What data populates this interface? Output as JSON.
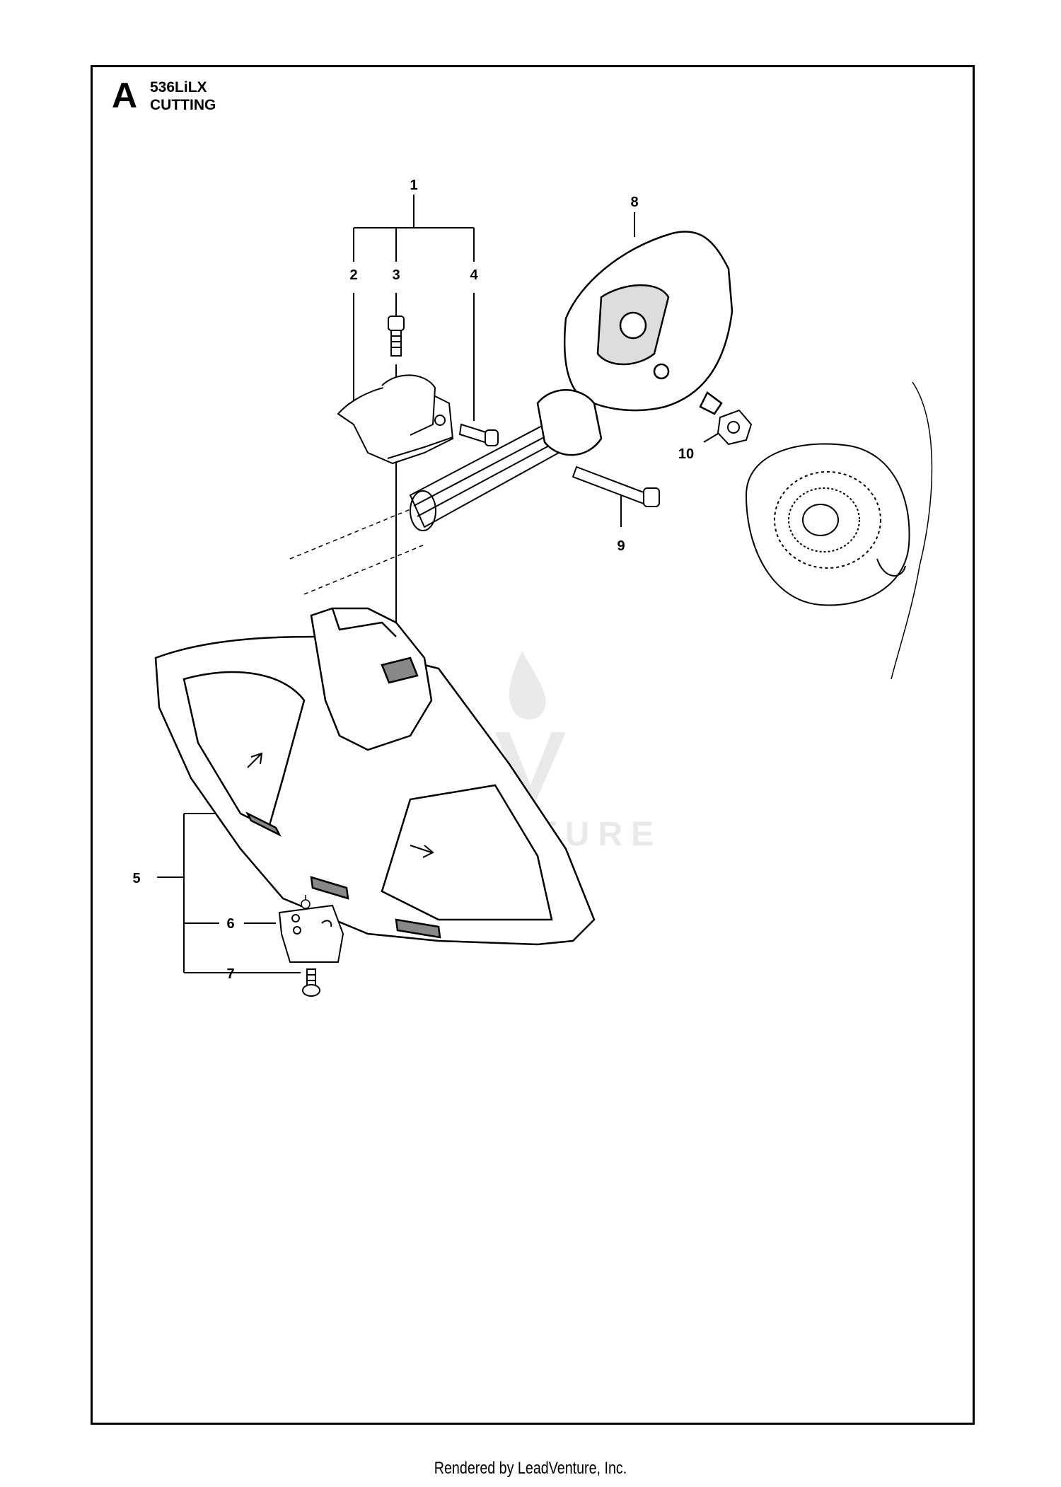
{
  "section_letter": "A",
  "model": "536LiLX",
  "title": "CUTTING",
  "callouts": [
    {
      "id": "1",
      "label": "1"
    },
    {
      "id": "2",
      "label": "2"
    },
    {
      "id": "3",
      "label": "3"
    },
    {
      "id": "4",
      "label": "4"
    },
    {
      "id": "5",
      "label": "5"
    },
    {
      "id": "6",
      "label": "6"
    },
    {
      "id": "7",
      "label": "7"
    },
    {
      "id": "8",
      "label": "8"
    },
    {
      "id": "9",
      "label": "9"
    },
    {
      "id": "10",
      "label": "10"
    }
  ],
  "watermark": "LEADVENTURE",
  "footer": "Rendered by LeadVenture, Inc."
}
